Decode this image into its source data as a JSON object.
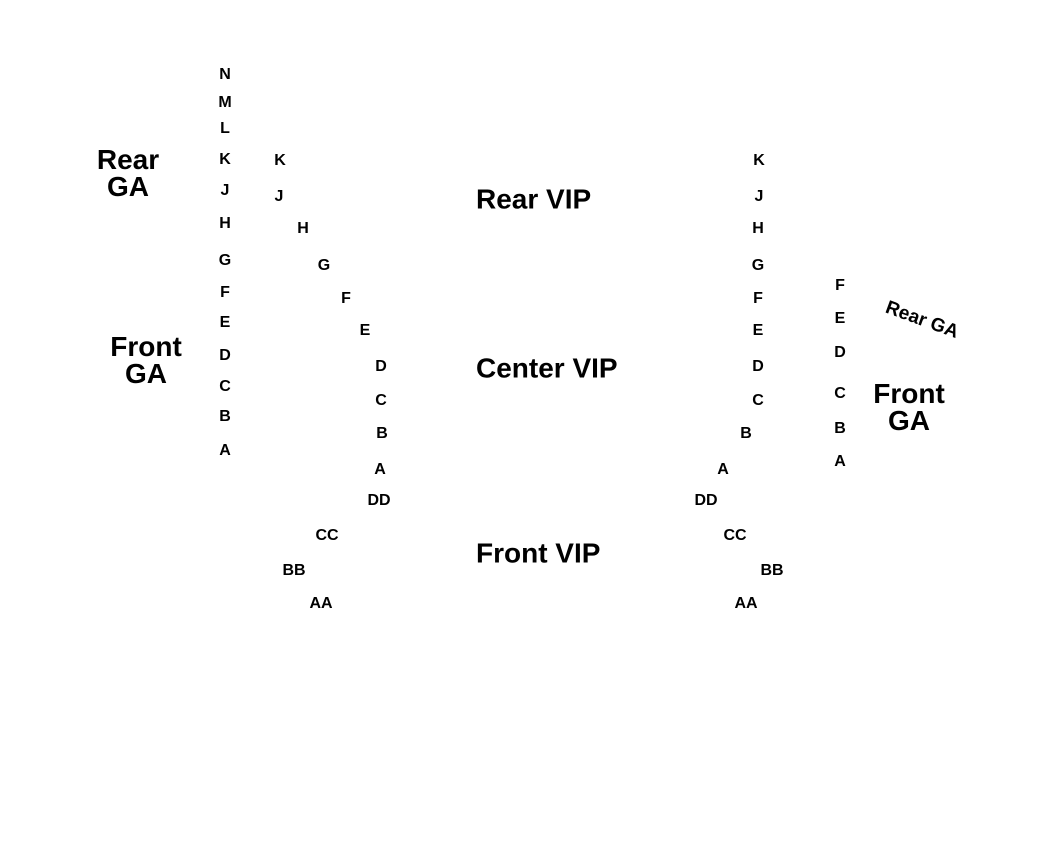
{
  "left_outer_rows": {
    "N": "N",
    "M": "M",
    "L": "L",
    "K": "K",
    "J": "J",
    "H": "H",
    "G": "G",
    "F": "F",
    "E": "E",
    "D": "D",
    "C": "C",
    "B": "B",
    "A": "A"
  },
  "left_inner_rows": {
    "K": "K",
    "J": "J",
    "H": "H",
    "G": "G",
    "F": "F",
    "E": "E",
    "D": "D",
    "C": "C",
    "B": "B",
    "A": "A",
    "DD": "DD",
    "CC": "CC",
    "BB": "BB",
    "AA": "AA"
  },
  "right_inner_rows": {
    "K": "K",
    "J": "J",
    "H": "H",
    "G": "G",
    "F": "F",
    "E": "E",
    "D": "D",
    "C": "C",
    "B": "B",
    "A": "A",
    "DD": "DD",
    "CC": "CC",
    "BB": "BB",
    "AA": "AA"
  },
  "right_outer_rows": {
    "F": "F",
    "E": "E",
    "D": "D",
    "C": "C",
    "B": "B",
    "A": "A"
  },
  "sections": {
    "rear_ga_left": {
      "line1": "Rear",
      "line2": "GA"
    },
    "front_ga_left": {
      "line1": "Front",
      "line2": "GA"
    },
    "rear_vip": "Rear VIP",
    "center_vip": "Center VIP",
    "front_vip": "Front VIP",
    "rear_ga_right": "Rear GA",
    "front_ga_right": {
      "line1": "Front",
      "line2": "GA"
    }
  }
}
